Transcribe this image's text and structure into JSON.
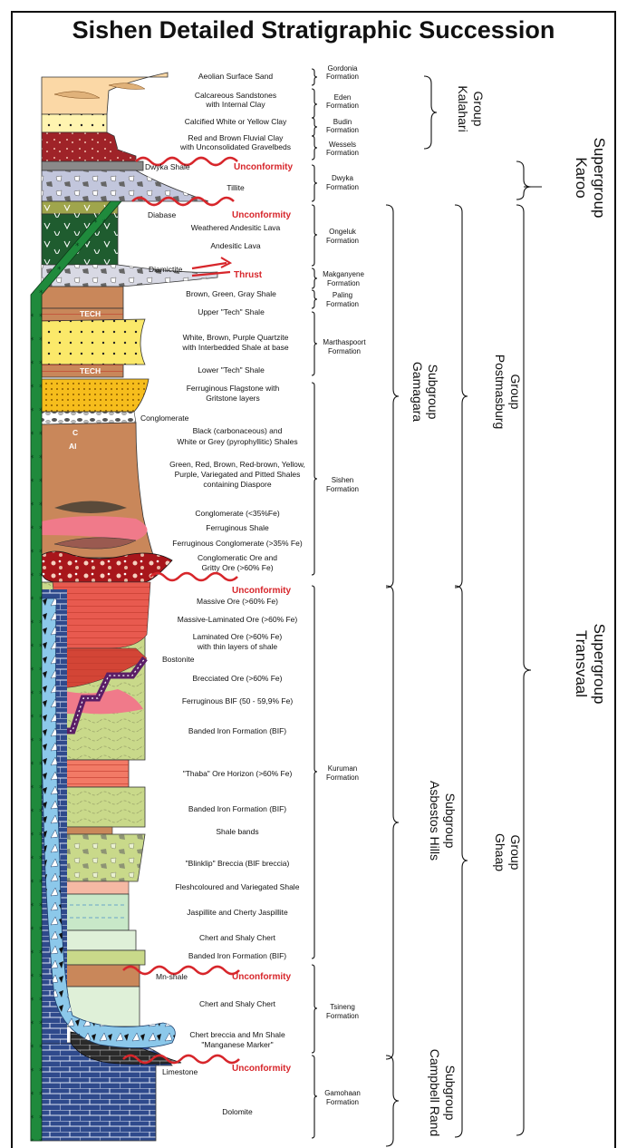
{
  "title": "Sishen Detailed Stratigraphic Succession",
  "colors": {
    "unconformity": "#d7262b",
    "dolomite": "#2f4a8c",
    "breccia": "#8cc8ea",
    "dyke": "#1f8a3c",
    "bif": "#c9d98a",
    "ore": "#e85a4f",
    "shale": "#c9875a",
    "quartzite": "#fbe96a"
  },
  "layer_labels": {
    "l1": "Aeolian Surface Sand",
    "l2a": "Calcareous Sandstones",
    "l2b": "with Internal Clay",
    "l3": "Calcified White or Yellow Clay",
    "l4a": "Red and Brown Fluvial Clay",
    "l4b": "with Unconsolidated Gravelbeds",
    "l5": "Tillite",
    "l6": "Weathered Andesitic Lava",
    "l7": "Andesitic Lava",
    "l8": "Brown, Green, Gray Shale",
    "l9": "Upper \"Tech\" Shale",
    "l10a": "White, Brown, Purple Quartzite",
    "l10b": "with Interbedded Shale at base",
    "l11": "Lower \"Tech\" Shale",
    "l12a": "Ferruginous Flagstone with",
    "l12b": "Gritstone layers",
    "l13a": "Black (carbonaceous) and",
    "l13b": "White or Grey (pyrophyllitic) Shales",
    "l14a": "Green, Red, Brown, Red-brown, Yellow,",
    "l14b": "Purple, Variegated and Pitted Shales",
    "l14c": "containing Diaspore",
    "l15": "Conglomerate (<35%Fe)",
    "l16": "Ferruginous Shale",
    "l17": "Ferruginous Conglomerate (>35% Fe)",
    "l18a": "Conglomeratic Ore and",
    "l18b": "Gritty Ore (>60% Fe)",
    "l19": "Massive Ore (>60% Fe)",
    "l20": "Massive-Laminated Ore (>60% Fe)",
    "l21a": "Laminated Ore (>60% Fe)",
    "l21b": "with thin layers of shale",
    "l22": "Brecciated Ore (>60% Fe)",
    "l23": "Ferruginous BIF (50 - 59,9% Fe)",
    "l24": "Banded Iron Formation (BIF)",
    "l25": "\"Thaba\" Ore Horizon (>60% Fe)",
    "l26": "Banded Iron Formation (BIF)",
    "l27": "Shale bands",
    "l28": "\"Blinklip\" Breccia (BIF breccia)",
    "l29": "Fleshcoloured and Variegated Shale",
    "l30": "Jaspillite and Cherty Jaspillite",
    "l31": "Chert and Shaly Chert",
    "l32": "Banded Iron Formation (BIF)",
    "l33": "Chert and Shaly Chert",
    "l34a": "Chert breccia and Mn Shale",
    "l34b": "\"Manganese Marker\"",
    "l35": "Dolomite"
  },
  "side_labels": {
    "dwyka_shale": "Dwyka Shale",
    "diabase": "Diabase",
    "diamictite": "Diamictite",
    "conglomerate": "Conglomerate",
    "bostonite": "Bostonite",
    "mn_shale": "Mn-shale",
    "limestone": "Limestone",
    "tech": "TECH",
    "c_mark": "C",
    "al_mark": "Al"
  },
  "event_labels": {
    "unconformity": "Unconformity",
    "thrust": "Thrust"
  },
  "formations": [
    {
      "key": "gordonia",
      "line1": "Gordonia",
      "line2": "Formation"
    },
    {
      "key": "eden",
      "line1": "Eden",
      "line2": "Formation"
    },
    {
      "key": "budin",
      "line1": "Budin",
      "line2": "Formation"
    },
    {
      "key": "wessels",
      "line1": "Wessels",
      "line2": "Formation"
    },
    {
      "key": "dwyka",
      "line1": "Dwyka",
      "line2": "Formation"
    },
    {
      "key": "ongeluk",
      "line1": "Ongeluk",
      "line2": "Formation"
    },
    {
      "key": "makganyene",
      "line1": "Makganyene",
      "line2": "Formation"
    },
    {
      "key": "paling",
      "line1": "Paling",
      "line2": "Formation"
    },
    {
      "key": "marthaspoort",
      "line1": "Marthaspoort",
      "line2": "Formation"
    },
    {
      "key": "sishen",
      "line1": "Sishen",
      "line2": "Formation"
    },
    {
      "key": "kuruman",
      "line1": "Kuruman",
      "line2": "Formation"
    },
    {
      "key": "tsineng",
      "line1": "Tsineng",
      "line2": "Formation"
    },
    {
      "key": "gamohaan",
      "line1": "Gamohaan",
      "line2": "Formation"
    }
  ],
  "subgroups": {
    "gamagara": {
      "line1": "Gamagara",
      "line2": "Subgroup"
    },
    "asbestos_hills": {
      "line1": "Asbestos Hills",
      "line2": "Subgroup"
    },
    "campbell_rand": {
      "line1": "Campbell Rand",
      "line2": "Subgroup"
    }
  },
  "groups": {
    "kalahari": {
      "line1": "Kalahari",
      "line2": "Group"
    },
    "postmasburg": {
      "line1": "Postmasburg",
      "line2": "Group"
    },
    "ghaap": {
      "line1": "Ghaap",
      "line2": "Group"
    }
  },
  "supergroups": {
    "karoo": {
      "line1": "Karoo",
      "line2": "Supergroup"
    },
    "transvaal": {
      "line1": "Transvaal",
      "line2": "Supergroup"
    }
  }
}
